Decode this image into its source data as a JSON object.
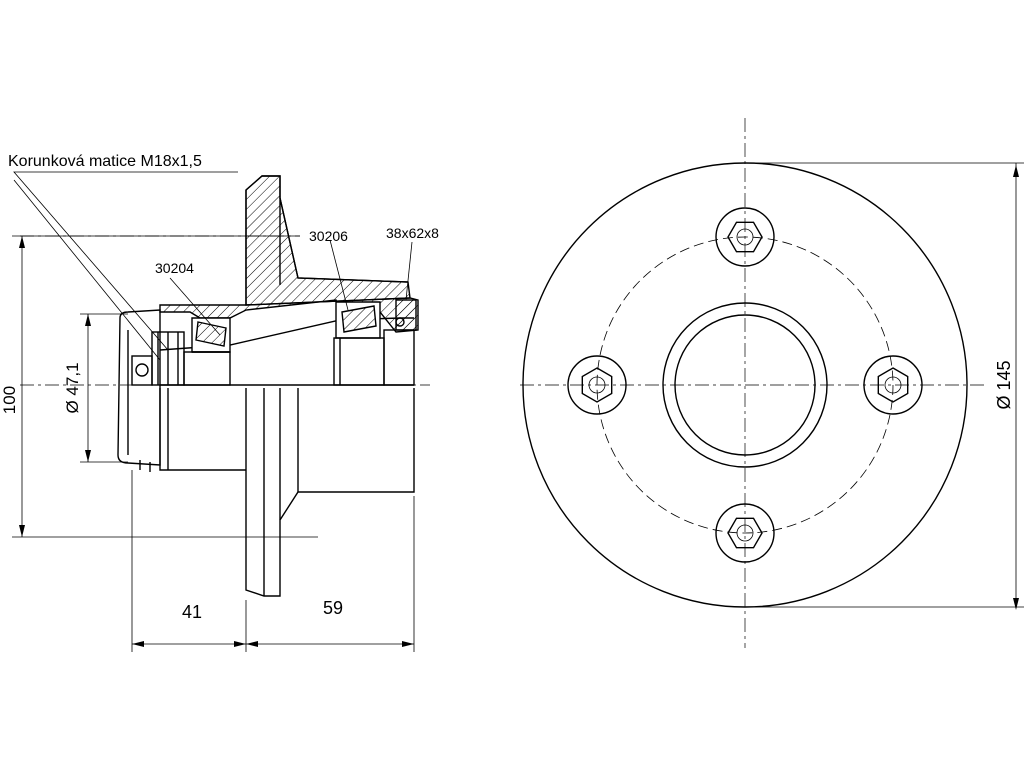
{
  "labels": {
    "nut": "Korunková matice M18x1,5",
    "bearing_inner": "30204",
    "bearing_outer": "30206",
    "seal": "38x62x8"
  },
  "dimensions": {
    "height": "100",
    "shaft_dia": "Ø 47,1",
    "flange_dia": "Ø 145",
    "len_left": "41",
    "len_right": "59"
  }
}
